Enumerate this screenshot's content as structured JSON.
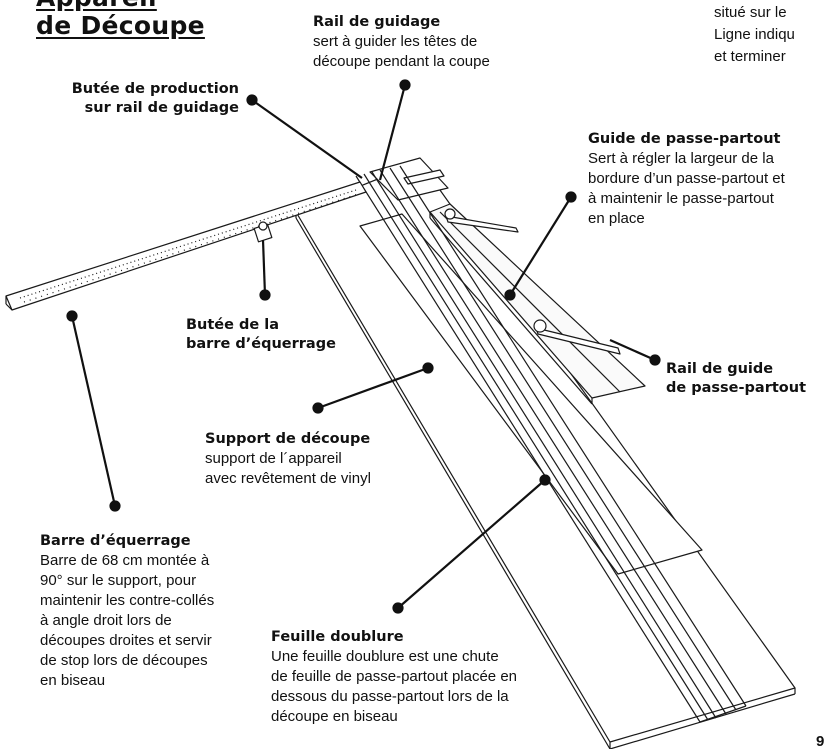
{
  "title_lines": [
    "Appareil",
    "de Découpe"
  ],
  "corner_text": [
    "situé sur le",
    "Ligne indiqu",
    "et terminer"
  ],
  "callouts": {
    "rail_guidage": {
      "title": [
        "Rail de guidage"
      ],
      "desc": [
        "sert à guider les têtes de",
        "découpe pendant la coupe"
      ]
    },
    "butee_production": {
      "title": [
        "Butée de production",
        "sur rail de guidage"
      ],
      "desc": []
    },
    "guide_passe_partout": {
      "title": [
        "Guide de passe-partout"
      ],
      "desc": [
        "Sert à régler la largeur de la",
        "bordure d’un passe-partout et",
        "à maintenir le passe-partout",
        "en place"
      ]
    },
    "butee_barre": {
      "title": [
        "Butée de la",
        "barre d’équerrage"
      ],
      "desc": []
    },
    "rail_guide_pp": {
      "title": [
        "Rail de guide",
        "de passe-partout"
      ],
      "desc": []
    },
    "support_decoupe": {
      "title": [
        "Support de découpe"
      ],
      "desc": [
        "support de l´appareil",
        "avec revêtement de vinyl"
      ]
    },
    "barre_equerrage": {
      "title": [
        "Barre d’équerrage"
      ],
      "desc": [
        "Barre de 68 cm montée à",
        "90° sur le support, pour",
        "maintenir les contre-collés",
        "à angle droit lors de",
        "découpes droites et servir",
        "de stop lors de découpes",
        "en biseau"
      ]
    },
    "feuille_doublure": {
      "title": [
        "Feuille doublure"
      ],
      "desc": [
        "Une feuille doublure est une chute",
        "de feuille de passe-partout placée en",
        "dessous du passe-partout lors de la",
        "découpe en biseau"
      ]
    }
  },
  "page_number": "9"
}
